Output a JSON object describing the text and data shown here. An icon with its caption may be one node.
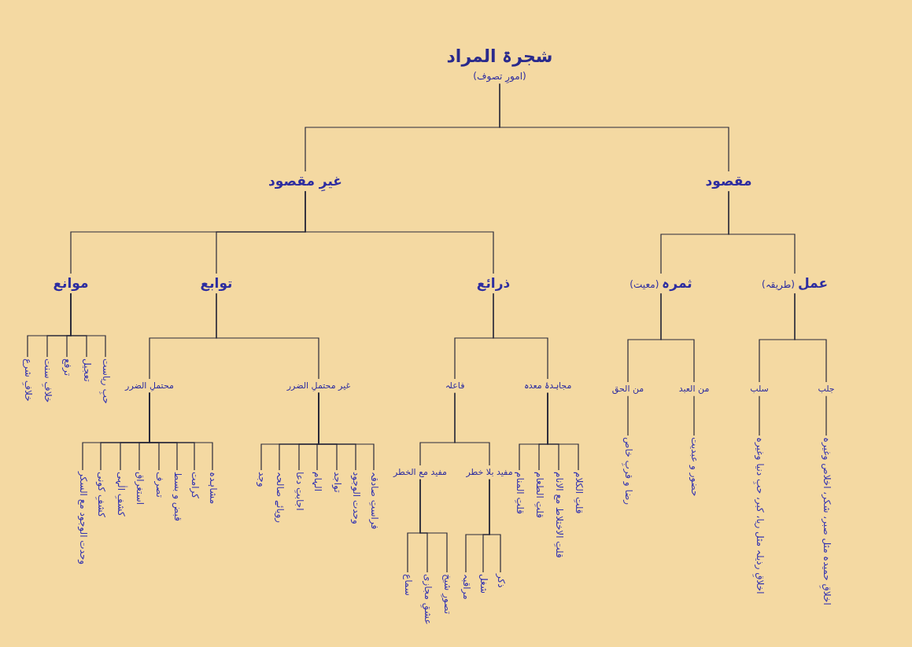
{
  "diagram": {
    "nodes": [
      {
        "text": [
          "شجرۃ المراد",
          "(امورِ تصوف)"
        ]
      },
      {
        "text": [
          "مقصود"
        ]
      },
      {
        "text": [
          "غیرِ مقصود"
        ]
      },
      {
        "text": [
          "عمل",
          "(طریقہ)"
        ]
      },
      {
        "text": [
          "ثمرہ",
          "(معیت)"
        ]
      },
      {
        "text": [
          "ذرائع"
        ]
      },
      {
        "text": [
          "توابع"
        ]
      },
      {
        "text": [
          "موانع"
        ]
      },
      {
        "text": [
          "جلب"
        ]
      },
      {
        "text": [
          "سلب"
        ]
      },
      {
        "text": [
          "من العبد"
        ]
      },
      {
        "text": [
          "من الحق"
        ]
      },
      {
        "text": [
          "مجاہدۂ معدہ"
        ]
      },
      {
        "text": [
          "فاعلہ"
        ]
      },
      {
        "text": [
          "غیر محتملِ الضرر"
        ]
      },
      {
        "text": [
          "محتملِ الضرر"
        ]
      },
      {
        "text": [
          "حبِ ریاست"
        ]
      },
      {
        "text": [
          "تعجیل"
        ]
      },
      {
        "text": [
          "ترفع"
        ]
      },
      {
        "text": [
          "خلافِ سنت"
        ]
      },
      {
        "text": [
          "خلافِ شرع"
        ]
      },
      {
        "text": [
          "اخلاقِ حمیدہ مثل صبر، شکر، اخلاص وغیرہ"
        ]
      },
      {
        "text": [
          "اخلاقِ رذیلہ مثل ریا، کبر، حبِ دنیا وغیرہ"
        ]
      },
      {
        "text": [
          "حضور و عبدیت"
        ]
      },
      {
        "text": [
          "رضا و قربِ خاص"
        ]
      },
      {
        "text": [
          "قلتِ الکلام"
        ]
      },
      {
        "text": [
          "قلتِ الاختلاط مع الانام"
        ]
      },
      {
        "text": [
          "قلتِ الطعام"
        ]
      },
      {
        "text": [
          "قلتِ المنام"
        ]
      },
      {
        "text": [
          "مفید بلا خطر"
        ]
      },
      {
        "text": [
          "مفید مع الخطر"
        ]
      },
      {
        "text": [
          "فراستِ صادقہ"
        ]
      },
      {
        "text": [
          "وحدت الوجود"
        ]
      },
      {
        "text": [
          "تواجد"
        ]
      },
      {
        "text": [
          "الہام"
        ]
      },
      {
        "text": [
          "اجابتِ دعا"
        ]
      },
      {
        "text": [
          "رویائے صالحہ"
        ]
      },
      {
        "text": [
          "وجد"
        ]
      },
      {
        "text": [
          "مشاہدہ"
        ]
      },
      {
        "text": [
          "کرامت"
        ]
      },
      {
        "text": [
          "قبض و بسط"
        ]
      },
      {
        "text": [
          "تصرف"
        ]
      },
      {
        "text": [
          "استغراق"
        ]
      },
      {
        "text": [
          "کشفِ الٰہی"
        ]
      },
      {
        "text": [
          "کشفِ کونی"
        ]
      },
      {
        "text": [
          "وحدت الوجود مع السکر"
        ]
      },
      {
        "text": [
          "ذکر"
        ]
      },
      {
        "text": [
          "شغل"
        ]
      },
      {
        "text": [
          "مراقبہ"
        ]
      },
      {
        "text": [
          "تصورِ شیخ"
        ]
      },
      {
        "text": [
          "عشقِ مجازی"
        ]
      },
      {
        "text": [
          "سماع"
        ]
      }
    ],
    "edges": [
      {
        "from": 0,
        "to": 1,
        "arrow": "none"
      },
      {
        "from": 0,
        "to": 2,
        "arrow": "none"
      },
      {
        "from": 1,
        "to": 3,
        "arrow": "none"
      },
      {
        "from": 1,
        "to": 4,
        "arrow": "none"
      },
      {
        "from": 2,
        "to": 5,
        "arrow": "none"
      },
      {
        "from": 2,
        "to": 6,
        "arrow": "none"
      },
      {
        "from": 2,
        "to": 7,
        "arrow": "none"
      },
      {
        "from": 3,
        "to": 8,
        "arrow": "none"
      },
      {
        "from": 3,
        "to": 9,
        "arrow": "none"
      },
      {
        "from": 4,
        "to": 10,
        "arrow": "none"
      },
      {
        "from": 4,
        "to": 11,
        "arrow": "none"
      },
      {
        "from": 5,
        "to": 12,
        "arrow": "none"
      },
      {
        "from": 5,
        "to": 13,
        "arrow": "none"
      },
      {
        "from": 6,
        "to": 14,
        "arrow": "none"
      },
      {
        "from": 6,
        "to": 15,
        "arrow": "none"
      },
      {
        "from": 7,
        "to": 16,
        "arrow": "none"
      },
      {
        "from": 7,
        "to": 17,
        "arrow": "none"
      },
      {
        "from": 7,
        "to": 18,
        "arrow": "none"
      },
      {
        "from": 7,
        "to": 19,
        "arrow": "none"
      },
      {
        "from": 7,
        "to": 20,
        "arrow": "none"
      },
      {
        "from": 8,
        "to": 21,
        "arrow": "none"
      },
      {
        "from": 9,
        "to": 22,
        "arrow": "none"
      },
      {
        "from": 10,
        "to": 23,
        "arrow": "none"
      },
      {
        "from": 11,
        "to": 24,
        "arrow": "none"
      },
      {
        "from": 12,
        "to": 25,
        "arrow": "none"
      },
      {
        "from": 12,
        "to": 26,
        "arrow": "none"
      },
      {
        "from": 12,
        "to": 27,
        "arrow": "none"
      },
      {
        "from": 12,
        "to": 28,
        "arrow": "none"
      },
      {
        "from": 13,
        "to": 29,
        "arrow": "none"
      },
      {
        "from": 13,
        "to": 30,
        "arrow": "none"
      },
      {
        "from": 14,
        "to": 31,
        "arrow": "none"
      },
      {
        "from": 14,
        "to": 32,
        "arrow": "none"
      },
      {
        "from": 14,
        "to": 33,
        "arrow": "none"
      },
      {
        "from": 14,
        "to": 34,
        "arrow": "none"
      },
      {
        "from": 14,
        "to": 35,
        "arrow": "none"
      },
      {
        "from": 14,
        "to": 36,
        "arrow": "none"
      },
      {
        "from": 14,
        "to": 37,
        "arrow": "none"
      },
      {
        "from": 15,
        "to": 38,
        "arrow": "none"
      },
      {
        "from": 15,
        "to": 39,
        "arrow": "none"
      },
      {
        "from": 15,
        "to": 40,
        "arrow": "none"
      },
      {
        "from": 15,
        "to": 41,
        "arrow": "none"
      },
      {
        "from": 15,
        "to": 42,
        "arrow": "none"
      },
      {
        "from": 15,
        "to": 43,
        "arrow": "none"
      },
      {
        "from": 15,
        "to": 44,
        "arrow": "none"
      },
      {
        "from": 15,
        "to": 45,
        "arrow": "none"
      },
      {
        "from": 29,
        "to": 46,
        "arrow": "none"
      },
      {
        "from": 29,
        "to": 47,
        "arrow": "none"
      },
      {
        "from": 29,
        "to": 48,
        "arrow": "none"
      },
      {
        "from": 30,
        "to": 49,
        "arrow": "none"
      },
      {
        "from": 30,
        "to": 50,
        "arrow": "none"
      },
      {
        "from": 30,
        "to": 51,
        "arrow": "none"
      }
    ]
  }
}
